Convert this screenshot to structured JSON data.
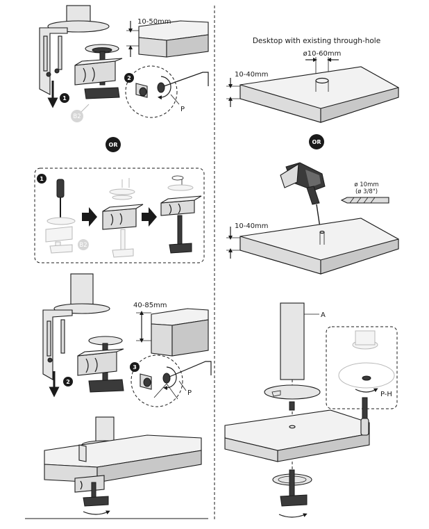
{
  "labels": {
    "dim_clamp_small": "10-50mm",
    "dim_clamp_large": "40-85mm",
    "dim_desk_hole": "10-40mm",
    "dim_desk_drill": "10-40mm",
    "caption_through_hole": "Desktop with existing through-hole",
    "hole_diameter": "ø10-60mm",
    "drill_size_mm": "ø 10mm",
    "drill_size_in": "(ø 3/8\")",
    "part_b2_top": "B2",
    "part_b2_inset": "B2",
    "part_p_top": "P",
    "part_p_bottom": "P",
    "part_a": "A",
    "part_ph": "P-H",
    "or_1": "OR",
    "or_2": "OR"
  },
  "steps": {
    "step1_main": "1",
    "step2_main": "2",
    "step1_inset": "1",
    "step2_bottom": "2",
    "step3_bottom": "3"
  },
  "colors": {
    "ink": "#1a1a1a",
    "ghost": "#b8b8b8",
    "face_light": "#f2f2f2",
    "face_mid": "#dcdcdc"
  }
}
